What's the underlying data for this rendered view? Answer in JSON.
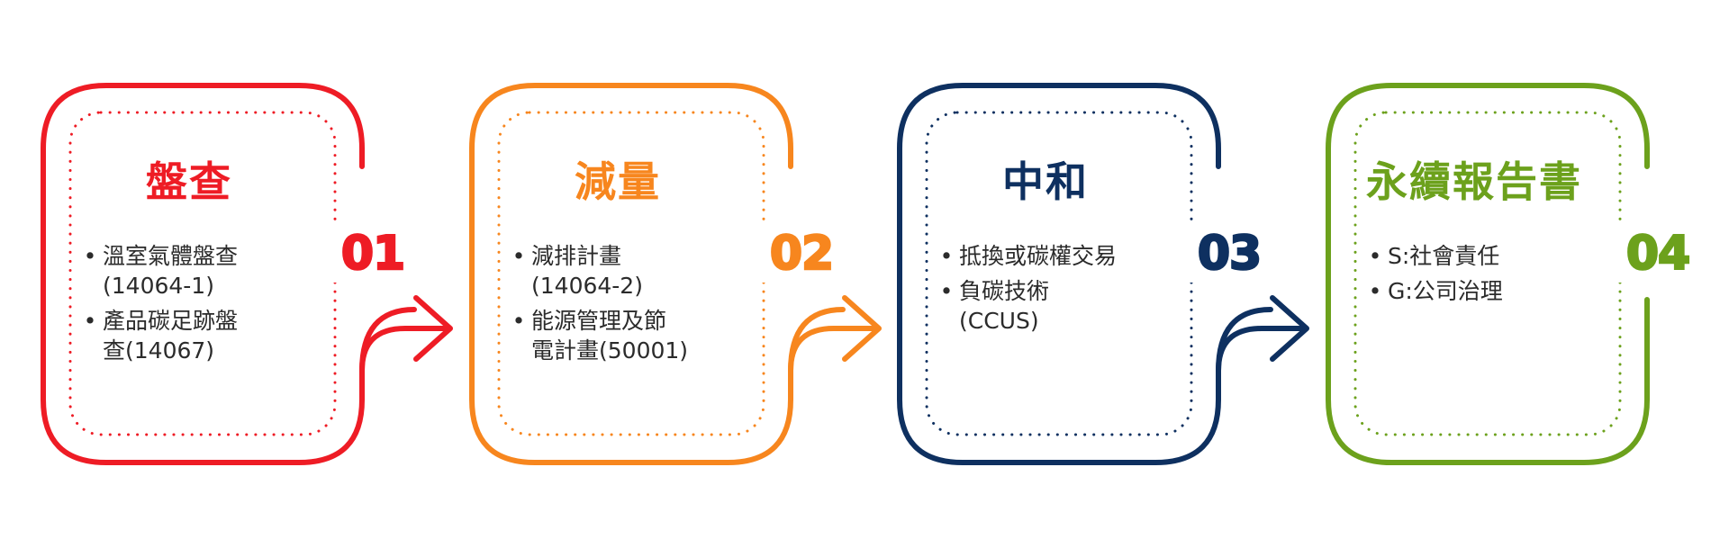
{
  "steps": [
    {
      "title": "盤查",
      "number": "01",
      "color": "#ee1c25",
      "items": [
        "溫室氣體盤查\n(14064-1)",
        "產品碳足跡盤\n查(14067)"
      ]
    },
    {
      "title": "減量",
      "number": "02",
      "color": "#f7861e",
      "items": [
        "減排計畫\n(14064-2)",
        "能源管理及節\n電計畫(50001)"
      ]
    },
    {
      "title": "中和",
      "number": "03",
      "color": "#0e3060",
      "items": [
        "抵換或碳權交易",
        "負碳技術\n(CCUS)"
      ]
    },
    {
      "title": "永續報告書",
      "number": "04",
      "color": "#6ca11c",
      "items": [
        "S:社會責任",
        "G:公司治理"
      ]
    }
  ],
  "bullet_symbol": "•",
  "text_color": "#2b2b2b",
  "background": "#ffffff"
}
